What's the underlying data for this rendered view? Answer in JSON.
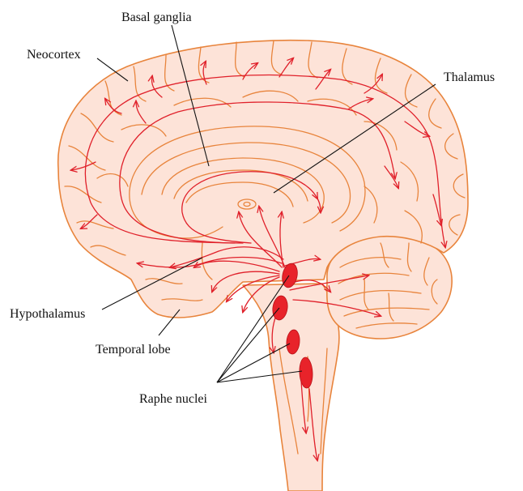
{
  "labels": {
    "basal_ganglia": "Basal ganglia",
    "neocortex": "Neocortex",
    "thalamus": "Thalamus",
    "hypothalamus": "Hypothalamus",
    "temporal_lobe": "Temporal lobe",
    "raphe_nuclei": "Raphe nuclei"
  },
  "colors": {
    "tissue_fill": "#fde3d8",
    "tissue_outline": "#e8843c",
    "pathway": "#e0202a",
    "nucleus": "#e8232a",
    "text": "#111111"
  }
}
